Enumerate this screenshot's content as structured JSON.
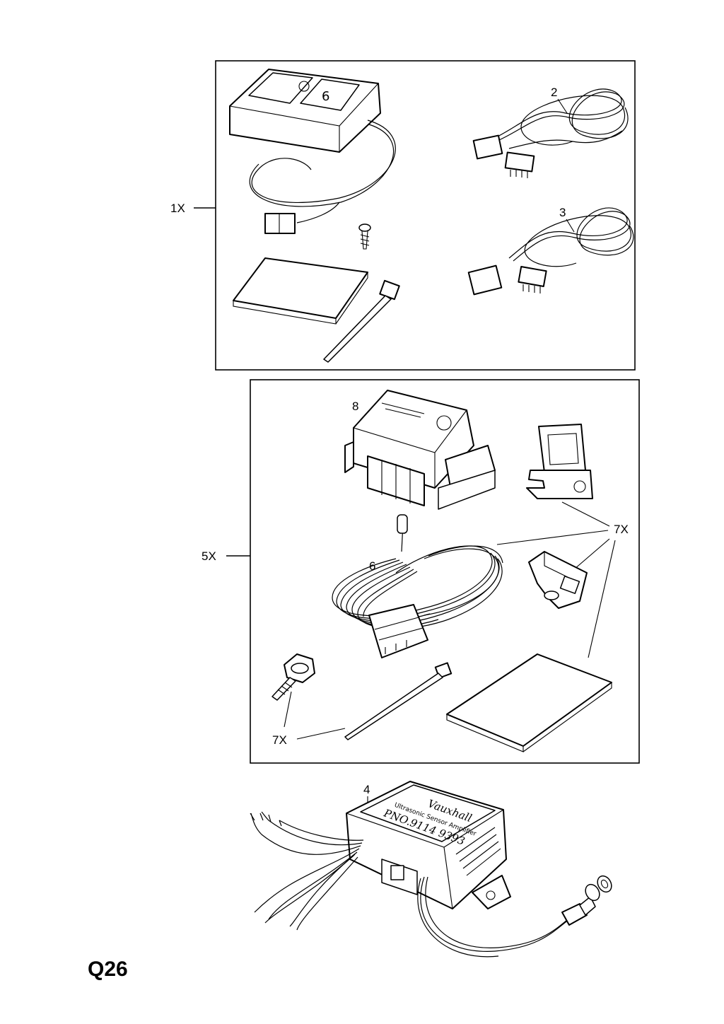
{
  "page": {
    "code": "Q26"
  },
  "callouts": {
    "kit1": "1X",
    "kit5": "5X",
    "part2": "2",
    "part3": "3",
    "part4": "4",
    "part6": "6",
    "part8": "8",
    "part7a": "7X",
    "part7b": "7X"
  },
  "module_label": {
    "brand": "Vauxhall",
    "line2": "Ultrasonic Sensor Amplifier",
    "pno": "PNO.9114 9393"
  },
  "colors": {
    "ink": "#000000",
    "paper": "#ffffff",
    "shading": "#d9d9d9"
  }
}
